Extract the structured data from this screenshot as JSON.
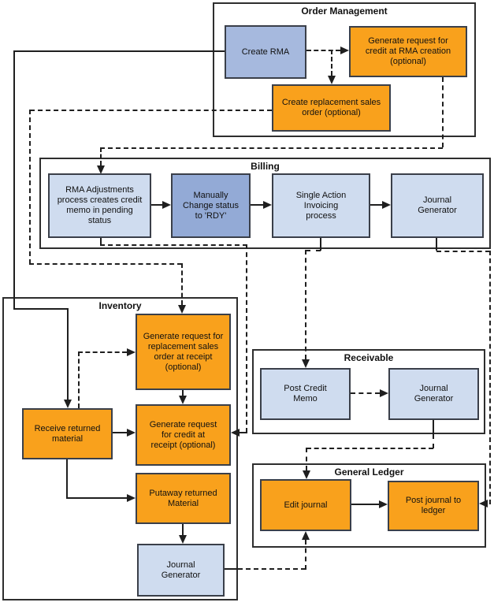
{
  "diagram": {
    "containers": {
      "order_management": {
        "title": "Order Management"
      },
      "billing": {
        "title": "Billing"
      },
      "inventory": {
        "title": "Inventory"
      },
      "receivable": {
        "title": "Receivable"
      },
      "general_ledger": {
        "title": "General Ledger"
      }
    },
    "nodes": {
      "create_rma": {
        "label": "Create RMA"
      },
      "gen_credit_rma": {
        "label": "Generate request for credit at RMA creation (optional)"
      },
      "create_replacement": {
        "label": "Create replacement sales order (optional)"
      },
      "rma_adjustments": {
        "label": "RMA Adjustments process creates credit memo in pending status"
      },
      "manually_change": {
        "label": "Manually Change status to 'RDY'"
      },
      "single_action": {
        "label": "Single Action Invoicing process"
      },
      "billing_jg": {
        "label": "Journal Generator"
      },
      "gen_replacement_receipt": {
        "label": "Generate request for replacement sales order at receipt (optional)"
      },
      "receive_returned": {
        "label": "Receive returned material"
      },
      "gen_credit_receipt": {
        "label": "Generate request for credit at receipt (optional)"
      },
      "putaway": {
        "label": "Putaway returned Material"
      },
      "inventory_jg": {
        "label": "Journal Generator"
      },
      "post_credit_memo": {
        "label": "Post Credit Memo"
      },
      "receivable_jg": {
        "label": "Journal Generator"
      },
      "edit_journal": {
        "label": "Edit journal"
      },
      "post_journal": {
        "label": "Post journal to ledger"
      }
    },
    "colors": {
      "orange_node": "#F9A11C",
      "blue_node": "#A6B9DE",
      "medium_blue_node": "#93AAD6",
      "light_blue_node": "#CFDCEF",
      "line": "#1f1f1f",
      "background": "#ffffff"
    }
  }
}
